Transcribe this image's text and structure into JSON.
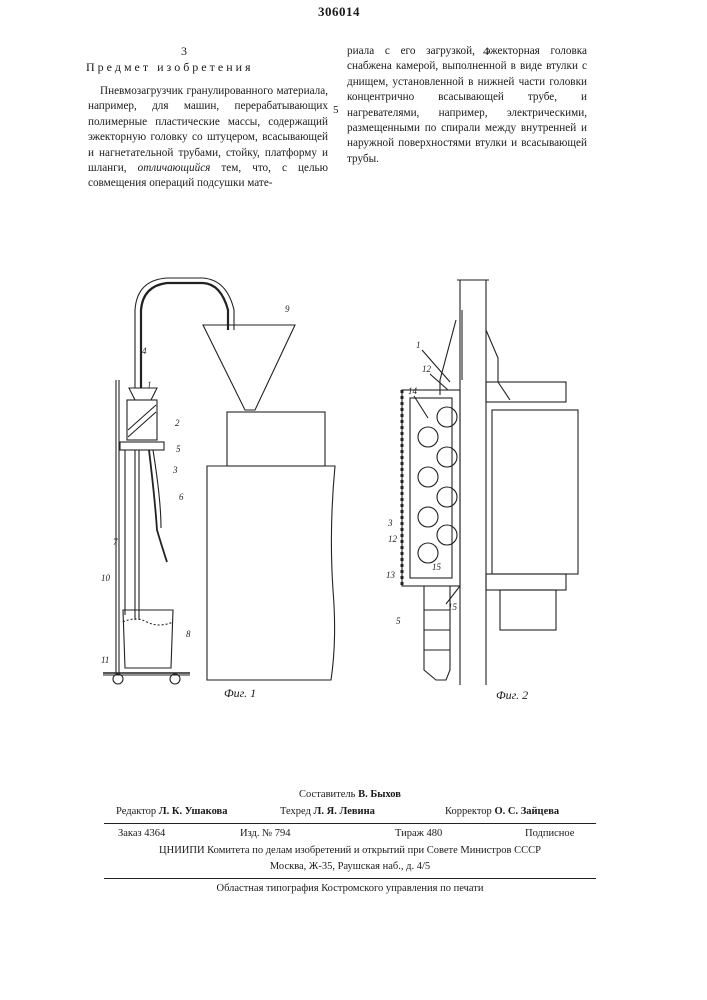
{
  "patent_number": "306014",
  "column_numbers": {
    "left": "3",
    "right": "4"
  },
  "line_marker": "5",
  "heading": "Предмет изобретения",
  "claim_left": {
    "before_italic": "Пневмозагрузчик гранулированного материала, например, для машин, перерабатывающих полимерные пластические массы, содержащий эжекторную головку со штуцером, всасывающей и нагнетательной трубами, стойку, платформу и шланги,",
    "italic": "отличающийся",
    "after_italic": " тем, что, с целью совмещения операций подсушки мате-"
  },
  "claim_right": "риала с его загрузкой, эжекторная головка снабжена камерой, выполненной в виде втулки с днищем, установленной в нижней части головки концентрично всасывающей трубе, и нагревателями, например, электрическими, размещенными по спирали между внутренней и наружной поверхностями втулки и всасывающей трубы.",
  "figure1": {
    "caption": "Фиг. 1",
    "labels": [
      "1",
      "2",
      "3",
      "4",
      "5",
      "6",
      "7",
      "8",
      "9",
      "10",
      "11"
    ]
  },
  "figure2": {
    "caption": "Фиг. 2",
    "labels": [
      "1",
      "12",
      "14",
      "3",
      "12",
      "13",
      "15",
      "15",
      "5"
    ]
  },
  "imprint": {
    "compiler_label": "Составитель",
    "compiler_name": "В. Быхов",
    "editor_label": "Редактор",
    "editor_name": "Л. К. Ушакова",
    "techred_label": "Техред",
    "techred_name": "Л. Я. Левина",
    "corrector_label": "Корректор",
    "corrector_name": "О. С. Зайцева",
    "order": "Заказ 4364",
    "izd": "Изд. № 794",
    "tirazh": "Тираж 480",
    "podpisnoe": "Подписное",
    "institute": "ЦНИИПИ Комитета по делам изобретений и открытий при Совете Министров СССР",
    "address": "Москва, Ж-35, Раушская наб., д. 4/5",
    "printer": "Областная типография Костромского управления по печати"
  }
}
